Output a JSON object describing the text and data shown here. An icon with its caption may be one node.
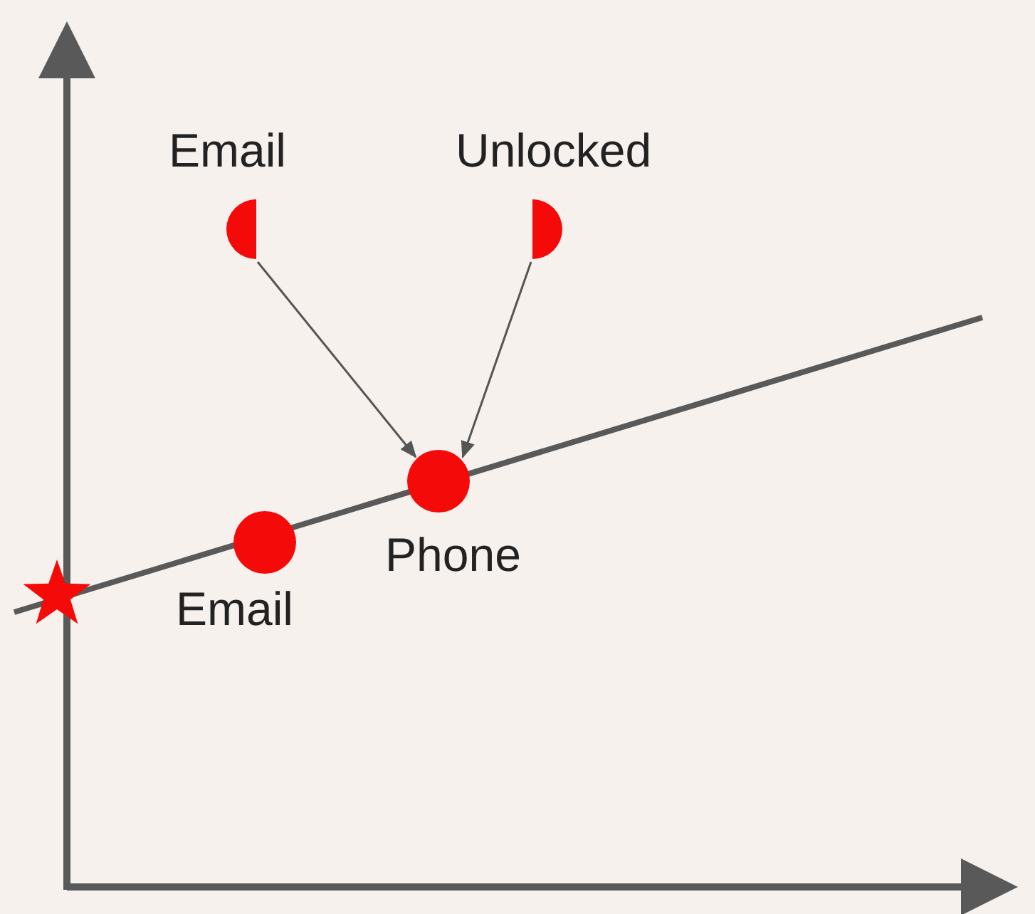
{
  "diagram": {
    "nodes": [
      {
        "text": [
          "Email"
        ]
      },
      {
        "text": [
          "Unlocked"
        ]
      },
      {
        "text": [
          "Phone"
        ]
      },
      {
        "text": [
          "Email"
        ]
      },
      {
        "text": [],
        "shape": "star"
      }
    ],
    "edges": [
      {
        "from": 0,
        "to": 2,
        "arrow": "to"
      },
      {
        "from": 1,
        "to": 2,
        "arrow": "to"
      }
    ]
  }
}
